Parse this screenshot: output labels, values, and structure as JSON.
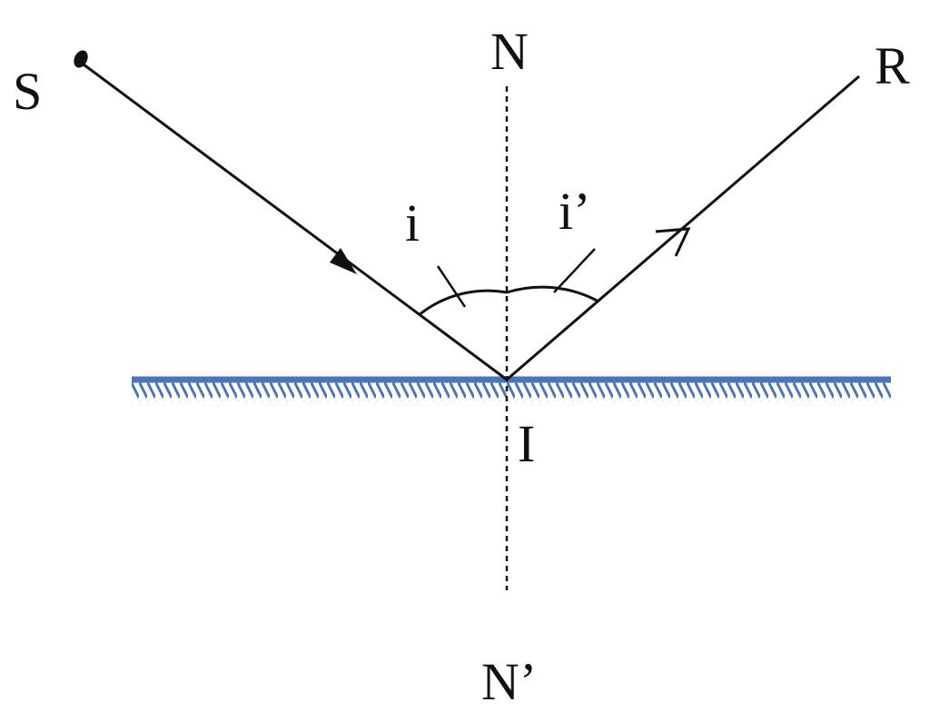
{
  "labels": {
    "source": "S",
    "normal_top": "N",
    "normal_bottom": "N’",
    "reflected": "R",
    "incidence_point": "I",
    "angle_incidence": "i",
    "angle_reflection": "i’"
  },
  "colors": {
    "mirror": "#4a76b8",
    "ink": "#111111"
  }
}
